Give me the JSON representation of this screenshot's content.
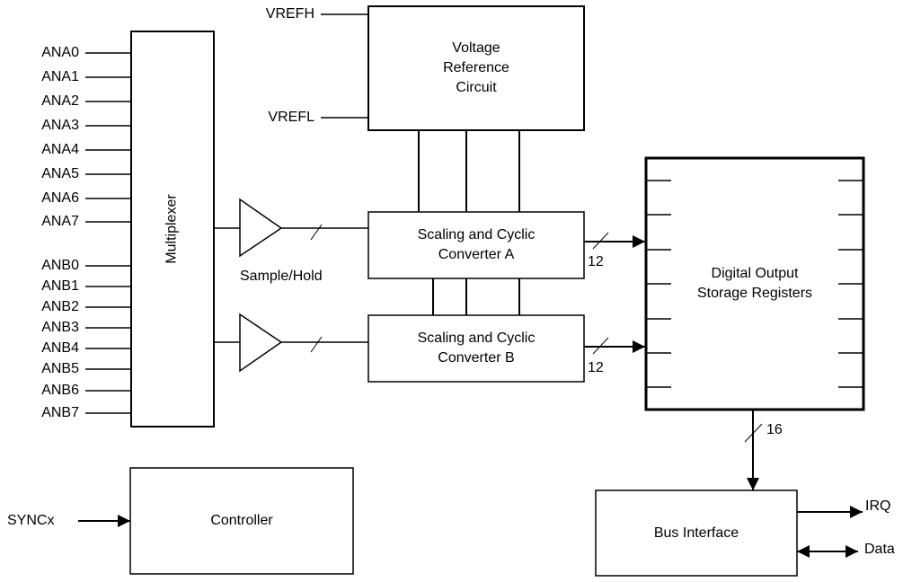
{
  "diagram": {
    "inputs_a": [
      "ANA0",
      "ANA1",
      "ANA2",
      "ANA3",
      "ANA4",
      "ANA5",
      "ANA6",
      "ANA7"
    ],
    "inputs_b": [
      "ANB0",
      "ANB1",
      "ANB2",
      "ANB3",
      "ANB4",
      "ANB5",
      "ANB6",
      "ANB7"
    ],
    "multiplexer": "Multiplexer",
    "vrefh": "VREFH",
    "vrefl": "VREFL",
    "voltage_reference": {
      "line1": "Voltage",
      "line2": "Reference",
      "line3": "Circuit"
    },
    "sample_hold": "Sample/Hold",
    "converter_a": {
      "line1": "Scaling and Cyclic",
      "line2": "Converter A"
    },
    "converter_b": {
      "line1": "Scaling and Cyclic",
      "line2": "Converter B"
    },
    "bus_width_a": "12",
    "bus_width_b": "12",
    "registers": {
      "line1": "Digital Output",
      "line2": "Storage Registers"
    },
    "bus_width_out": "16",
    "bus_interface": "Bus Interface",
    "irq": "IRQ",
    "data": "Data",
    "sync": "SYNCx",
    "controller": "Controller"
  }
}
